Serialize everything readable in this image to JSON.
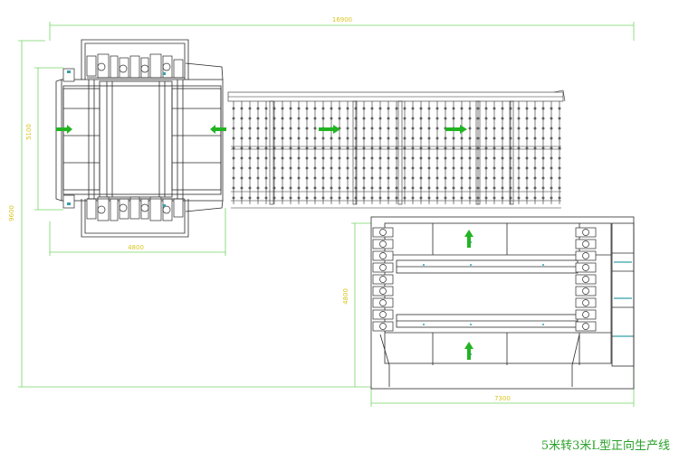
{
  "title": "5米转3米L型正向生产线",
  "dimensions": {
    "overall_width": "16900",
    "overall_height": "9600",
    "left_unit_width": "4800",
    "left_unit_height": "5100",
    "right_unit_width": "7300",
    "right_unit_height": "4800"
  },
  "colors": {
    "line": "#2b2b2b",
    "dimension": "#74d465",
    "dimension_text": "#d9c620",
    "arrow": "#22b422",
    "accent": "#33a0a8"
  }
}
